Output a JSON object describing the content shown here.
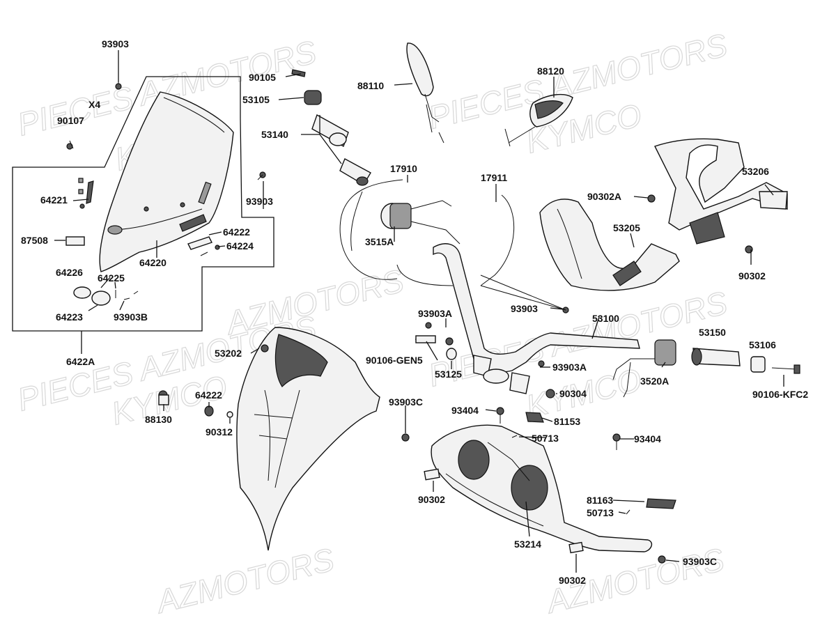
{
  "watermarks": [
    "PIECES AZMOTORS",
    "KYMCO",
    "PIECES AZMOTORS",
    "KYMCO",
    "PIECES AZMOTORS",
    "KYMCO",
    "AZMOTORS",
    "AZMOTORS",
    "PIECES AZMOTORS",
    "KYMCO",
    "AZMOTORS"
  ],
  "quantity_note": "X4",
  "parts": {
    "p93903_top": "93903",
    "p90107": "90107",
    "p90105": "90105",
    "p53105": "53105",
    "p53140": "53140",
    "p88110": "88110",
    "p88120": "88120",
    "p17910": "17910",
    "p17911": "17911",
    "p93903_mid": "93903",
    "p64221": "64221",
    "p64222_a": "64222",
    "p64224": "64224",
    "p87508": "87508",
    "p64220": "64220",
    "p64226": "64226",
    "p64225": "64225",
    "p64223": "64223",
    "p93903B": "93903B",
    "p6422A": "6422A",
    "p3515A": "3515A",
    "p90302A": "90302A",
    "p53206": "53206",
    "p53205": "53205",
    "p90302_r": "90302",
    "p93903A_a": "93903A",
    "p93903_c": "93903",
    "p53100": "53100",
    "p53202": "53202",
    "p90106GEN5": "90106-GEN5",
    "p53125": "53125",
    "p53150": "53150",
    "p53106": "53106",
    "p93903A_b": "93903A",
    "p3520A": "3520A",
    "p90106KFC2": "90106-KFC2",
    "p88130": "88130",
    "p64222_b": "64222",
    "p90312": "90312",
    "p93903C_a": "93903C",
    "p93404_a": "93404",
    "p90304": "90304",
    "p81153": "81153",
    "p50713_a": "50713",
    "p93404_b": "93404",
    "p90302_a": "90302",
    "p81163": "81163",
    "p50713_b": "50713",
    "p53214": "53214",
    "p90302_b": "90302",
    "p93903C_b": "93903C"
  }
}
